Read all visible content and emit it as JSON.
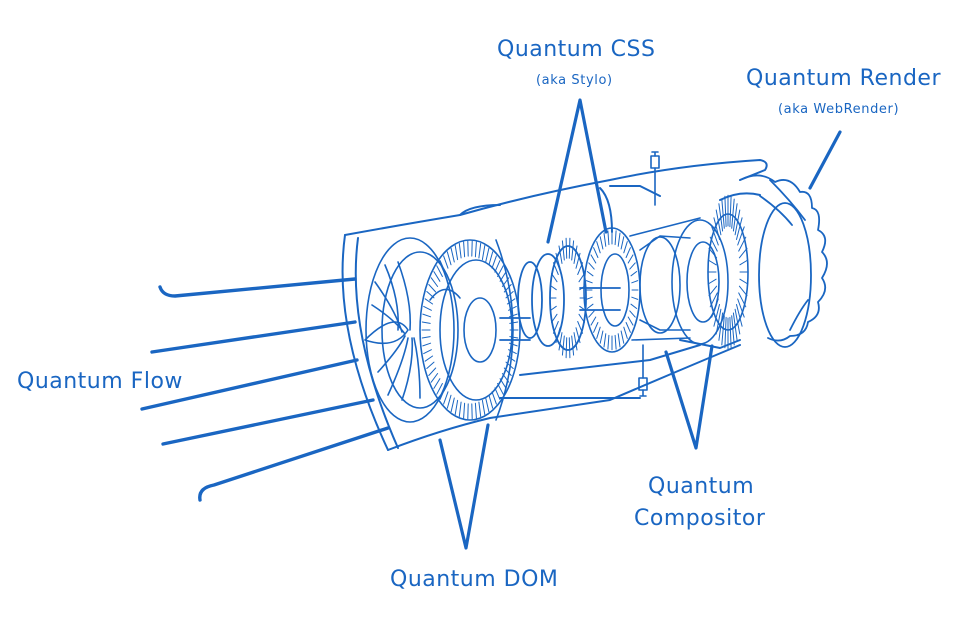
{
  "colors": {
    "ink": "#1a66c2",
    "background": "#ffffff"
  },
  "labels": {
    "css": {
      "title": "Quantum CSS",
      "aka": "(aka Stylo)"
    },
    "render": {
      "title": "Quantum Render",
      "aka": "(aka WebRender)"
    },
    "flow": {
      "title": "Quantum Flow"
    },
    "compositor": {
      "line1": "Quantum",
      "line2": "Compositor"
    },
    "dom": {
      "title": "Quantum DOM"
    }
  }
}
